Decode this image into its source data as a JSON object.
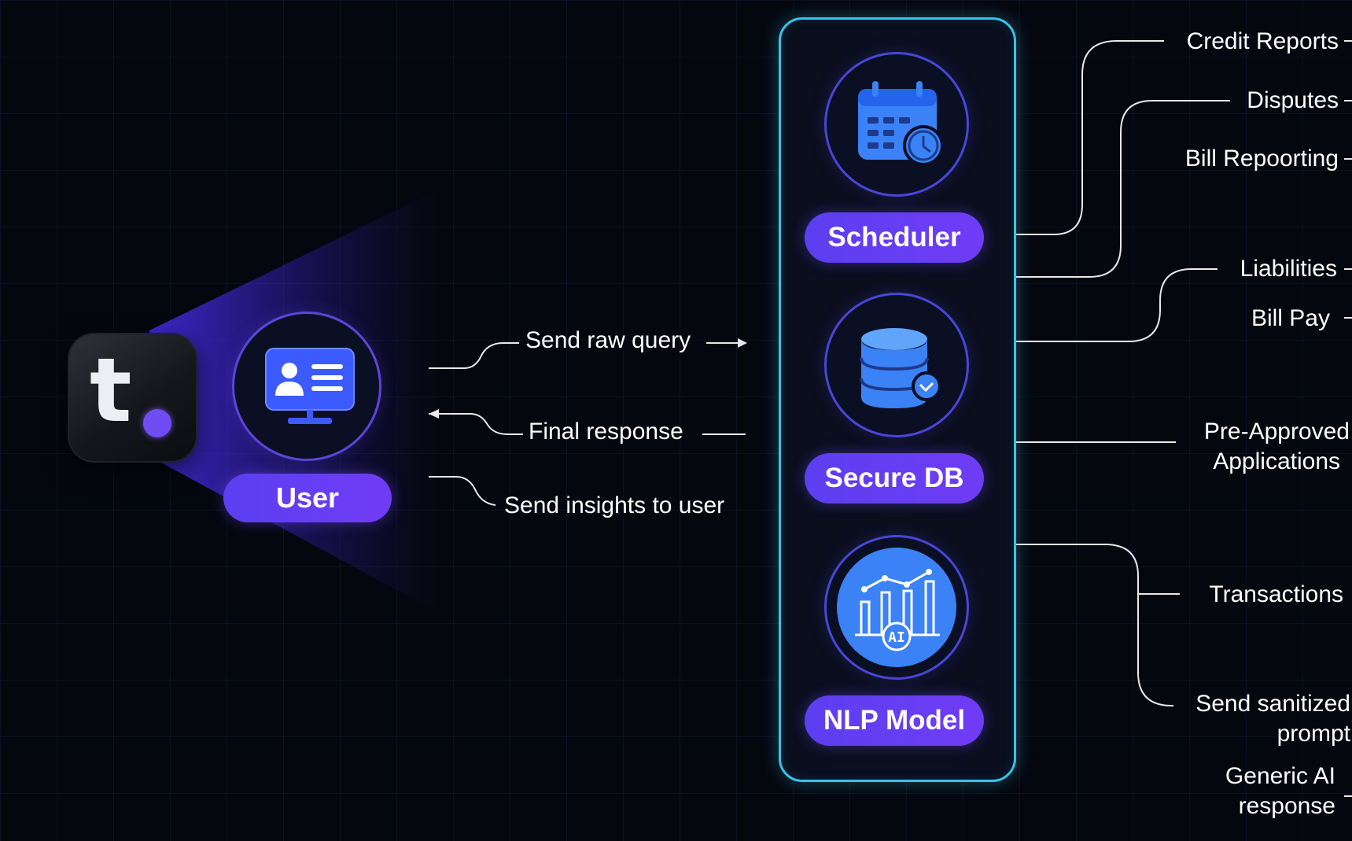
{
  "user": {
    "label": "User"
  },
  "flows": {
    "send_raw_query": "Send raw query",
    "final_response": "Final response",
    "send_insights": "Send insights to user"
  },
  "services": [
    {
      "label": "Scheduler",
      "icon": "calendar-clock-icon"
    },
    {
      "label": "Secure DB",
      "icon": "database-icon"
    },
    {
      "label": "NLP Model",
      "icon": "ai-chart-icon"
    }
  ],
  "outputs": {
    "credit_reports": "Credit Reports",
    "disputes": "Disputes",
    "bill_reporting": "Bill Repoorting",
    "liabilities": "Liabilities",
    "bill_pay": "Bill Pay",
    "pre_approved_1": "Pre-Approved",
    "pre_approved_2": "Applications",
    "transactions": "Transactions",
    "sanitized_1": "Send sanitized",
    "sanitized_2": "prompt",
    "generic_1": "Generic AI",
    "generic_2": "response"
  },
  "colors": {
    "accent_purple": "#5b3ff0",
    "panel_border": "#37c3e8",
    "icon_blue": "#3b82f6",
    "background": "#05070f"
  }
}
